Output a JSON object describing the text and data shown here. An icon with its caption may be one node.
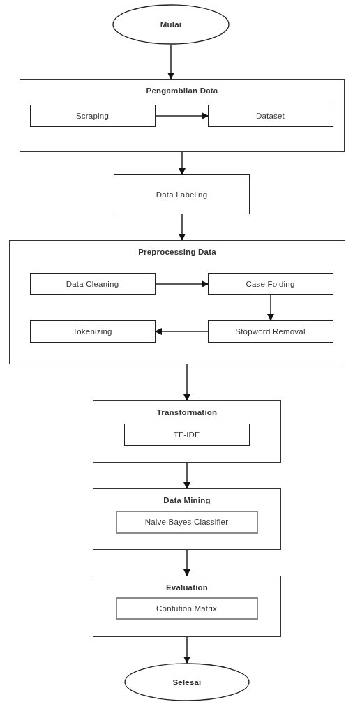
{
  "diagram": {
    "nodes": [
      {
        "text": [
          "Mulai"
        ]
      },
      {
        "text": [
          "Pengambilan Data"
        ]
      },
      {
        "text": [
          "Scraping"
        ],
        "in": 1
      },
      {
        "text": [
          "Dataset"
        ],
        "in": 1
      },
      {
        "text": [
          "Data Labeling"
        ]
      },
      {
        "text": [
          "Preprocessing Data"
        ]
      },
      {
        "text": [
          "Data Cleaning"
        ],
        "in": 5
      },
      {
        "text": [
          "Case Folding"
        ],
        "in": 5
      },
      {
        "text": [
          "Tokenizing"
        ],
        "in": 5
      },
      {
        "text": [
          "Stopword Removal"
        ],
        "in": 5
      },
      {
        "text": [
          "Transformation"
        ]
      },
      {
        "text": [
          "TF-IDF"
        ],
        "in": 10
      },
      {
        "text": [
          "Data Mining"
        ]
      },
      {
        "text": [
          "Naive Bayes Classifier"
        ],
        "in": 12
      },
      {
        "text": [
          "Evaluation"
        ]
      },
      {
        "text": [
          "Confution Matrix"
        ],
        "in": 14
      },
      {
        "text": [
          "Selesai"
        ]
      }
    ],
    "edges": [
      {
        "from": 0,
        "to": 1,
        "arrow": "to"
      },
      {
        "from": 2,
        "to": 3,
        "arrow": "to"
      },
      {
        "from": 1,
        "to": 4,
        "arrow": "to"
      },
      {
        "from": 4,
        "to": 5,
        "arrow": "to"
      },
      {
        "from": 6,
        "to": 7,
        "arrow": "to"
      },
      {
        "from": 7,
        "to": 9,
        "arrow": "to"
      },
      {
        "from": 9,
        "to": 8,
        "arrow": "to"
      },
      {
        "from": 5,
        "to": 10,
        "arrow": "to"
      },
      {
        "from": 10,
        "to": 12,
        "arrow": "to"
      },
      {
        "from": 12,
        "to": 14,
        "arrow": "to"
      },
      {
        "from": 14,
        "to": 16,
        "arrow": "to"
      }
    ]
  }
}
